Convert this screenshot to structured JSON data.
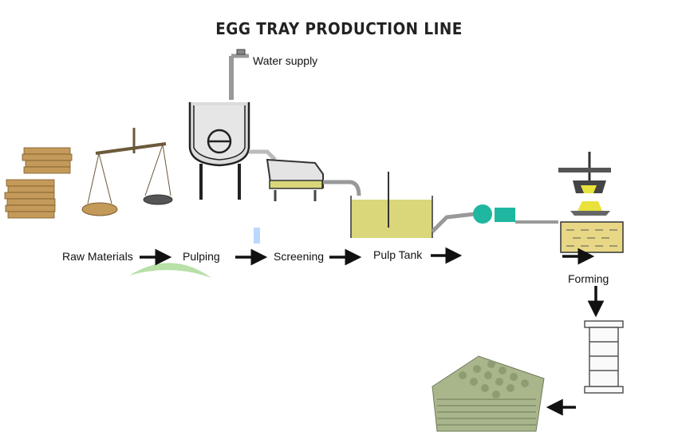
{
  "title": "EGG TRAY PRODUCTION LINE",
  "labels": {
    "water_supply": "Water supply",
    "raw_materials": "Raw Materials",
    "pulping": "Pulping",
    "screening": "Screening",
    "pulp_tank": "Pulp Tank",
    "forming": "Forming"
  },
  "colors": {
    "pulp_yellow": "#d9d77a",
    "machine_gray": "#d4d4d4",
    "pump_green": "#1fb7a0",
    "tray_green": "#a9b68c",
    "arrow": "#111111"
  }
}
